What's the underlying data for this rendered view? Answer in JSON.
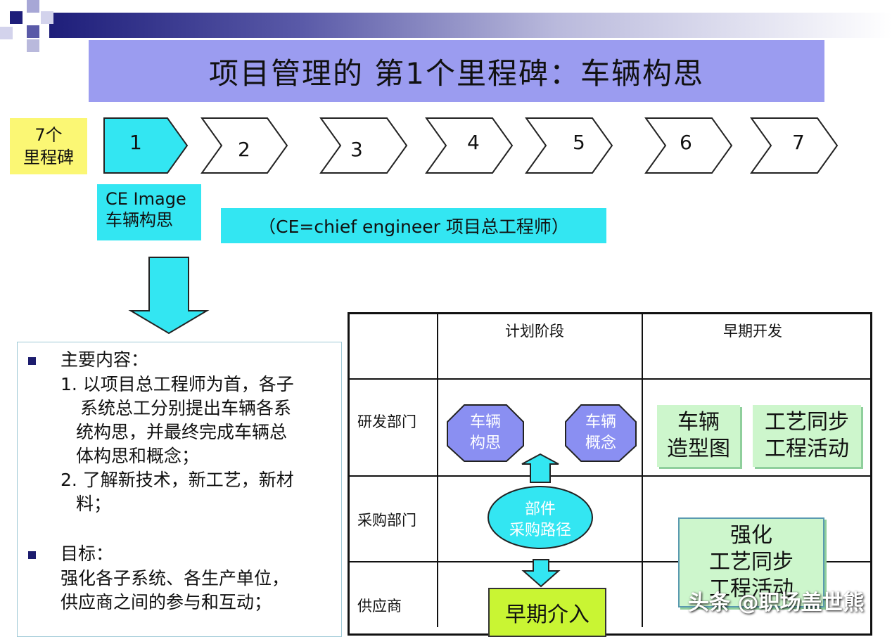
{
  "title": "项目管理的 第1个里程碑：车辆构思",
  "milestones_label": [
    "7个",
    "里程碑"
  ],
  "chevrons": [
    "1",
    "2",
    "3",
    "4",
    "5",
    "6",
    "7"
  ],
  "ce_image": {
    "line1": "CE Image",
    "line2": "车辆构思"
  },
  "ce_note": "（CE=chief engineer 项目总工程师）",
  "content": {
    "heading1": "主要内容：",
    "item1_lines": [
      "1. 以项目总工程师为首，各子",
      "系统总工分别提出车辆各系",
      "统构思，并最终完成车辆总",
      "体构思和概念；"
    ],
    "item2_lines": [
      "2. 了解新技术，新工艺，新材",
      "料；"
    ],
    "heading2": "目标：",
    "goal_lines": [
      "强化各子系统、各生产单位，",
      "供应商之间的参与和互动；"
    ]
  },
  "table": {
    "col_headers": [
      "计划阶段",
      "早期开发"
    ],
    "row_headers": [
      "研发部门",
      "采购部门",
      "供应商"
    ],
    "oct1": [
      "车辆",
      "构思"
    ],
    "oct2": [
      "车辆",
      "概念"
    ],
    "ellipse": [
      "部件",
      "采购路径"
    ],
    "green1": [
      "车辆",
      "造型图"
    ],
    "green2": [
      "工艺同步",
      "工程活动"
    ],
    "green3": [
      "强化",
      "工艺同步",
      "工程活动"
    ],
    "early": "早期介入"
  },
  "watermark": "头条 @职场盖世熊",
  "colors": {
    "title_bg": "#9b9cf0",
    "cyan": "#33e6f2",
    "yellow": "#fbf774",
    "octagon": "#8a8ff2",
    "green": "#cdf6cc",
    "lime": "#c9f533"
  }
}
